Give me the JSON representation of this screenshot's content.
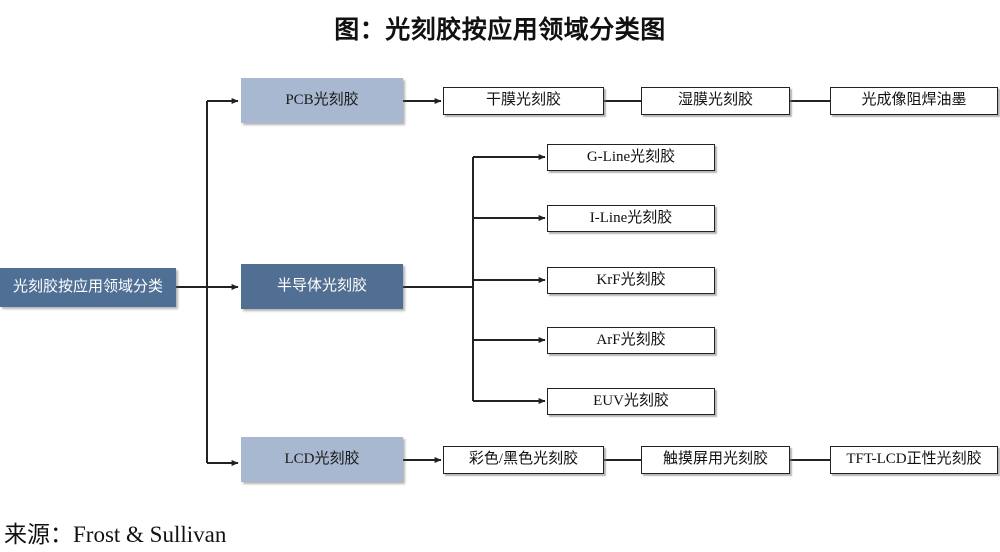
{
  "header": {
    "title": "图：光刻胶按应用领域分类图"
  },
  "footer": {
    "source": "来源：Frost & Sullivan"
  },
  "colors": {
    "root_fill": "#4f6f95",
    "branch_dark_fill": "#516f92",
    "branch_light_fill": "#a8b8d0",
    "leaf_fill": "#ffffff",
    "leaf_border": "#222222",
    "connector": "#222222",
    "page_background": "#ffffff"
  },
  "diagram": {
    "type": "tree",
    "root": {
      "label": "光刻胶按应用领域分类",
      "style": "dark"
    },
    "branches": [
      {
        "label": "PCB光刻胶",
        "style": "light",
        "children": [
          {
            "label": "干膜光刻胶"
          },
          {
            "label": "湿膜光刻胶"
          },
          {
            "label": "光成像阻焊油墨"
          }
        ]
      },
      {
        "label": "半导体光刻胶",
        "style": "dark",
        "children": [
          {
            "label": "G-Line光刻胶"
          },
          {
            "label": "I-Line光刻胶"
          },
          {
            "label": "KrF光刻胶"
          },
          {
            "label": "ArF光刻胶"
          },
          {
            "label": "EUV光刻胶"
          }
        ]
      },
      {
        "label": "LCD光刻胶",
        "style": "light",
        "children": [
          {
            "label": "彩色/黑色光刻胶"
          },
          {
            "label": "触摸屏用光刻胶"
          },
          {
            "label": "TFT-LCD正性光刻胶"
          }
        ]
      }
    ]
  }
}
